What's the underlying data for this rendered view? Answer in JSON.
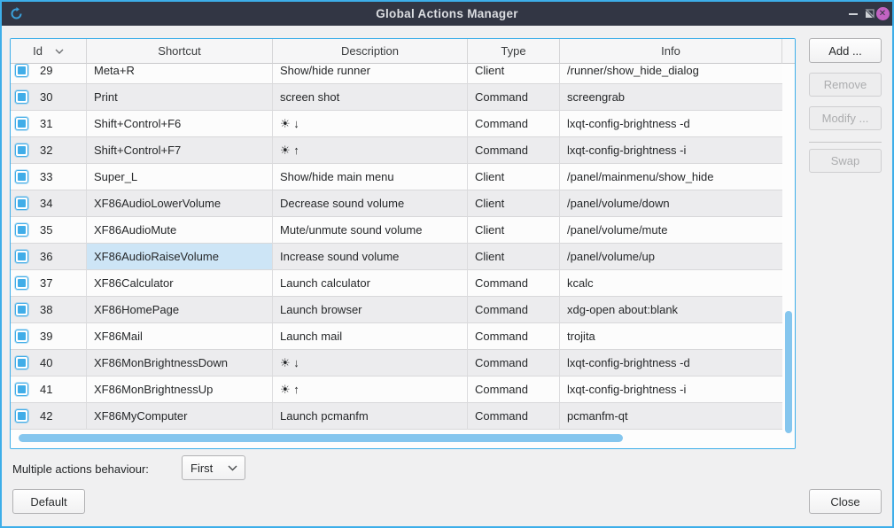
{
  "window": {
    "title": "Global Actions Manager"
  },
  "titlebar_icons": {
    "app": "circular-arrow-icon",
    "minimize": "minimize-icon",
    "restore": "restore-icon",
    "close": "close-icon",
    "close_glyph": "✕"
  },
  "table": {
    "columns": [
      "Id",
      "Shortcut",
      "Description",
      "Type",
      "Info"
    ],
    "sorted_column": "Id",
    "sort_indicator": "down",
    "rows": [
      {
        "id": "29",
        "shortcut": "Meta+R",
        "description": "Show/hide runner",
        "type": "Client",
        "info": "/runner/show_hide_dialog",
        "checked": true,
        "selected": false
      },
      {
        "id": "30",
        "shortcut": "Print",
        "description": "screen shot",
        "type": "Command",
        "info": "screengrab",
        "checked": true,
        "selected": false
      },
      {
        "id": "31",
        "shortcut": "Shift+Control+F6",
        "description": "☀ ↓",
        "type": "Command",
        "info": "lxqt-config-brightness -d",
        "checked": true,
        "selected": false
      },
      {
        "id": "32",
        "shortcut": "Shift+Control+F7",
        "description": "☀ ↑",
        "type": "Command",
        "info": "lxqt-config-brightness -i",
        "checked": true,
        "selected": false
      },
      {
        "id": "33",
        "shortcut": "Super_L",
        "description": "Show/hide main menu",
        "type": "Client",
        "info": "/panel/mainmenu/show_hide",
        "checked": true,
        "selected": false
      },
      {
        "id": "34",
        "shortcut": "XF86AudioLowerVolume",
        "description": "Decrease sound volume",
        "type": "Client",
        "info": "/panel/volume/down",
        "checked": true,
        "selected": false
      },
      {
        "id": "35",
        "shortcut": "XF86AudioMute",
        "description": "Mute/unmute sound volume",
        "type": "Client",
        "info": "/panel/volume/mute",
        "checked": true,
        "selected": false
      },
      {
        "id": "36",
        "shortcut": "XF86AudioRaiseVolume",
        "description": "Increase sound volume",
        "type": "Client",
        "info": "/panel/volume/up",
        "checked": true,
        "selected": true
      },
      {
        "id": "37",
        "shortcut": "XF86Calculator",
        "description": "Launch calculator",
        "type": "Command",
        "info": "kcalc",
        "checked": true,
        "selected": false
      },
      {
        "id": "38",
        "shortcut": "XF86HomePage",
        "description": "Launch browser",
        "type": "Command",
        "info": "xdg-open about:blank",
        "checked": true,
        "selected": false
      },
      {
        "id": "39",
        "shortcut": "XF86Mail",
        "description": "Launch mail",
        "type": "Command",
        "info": "trojita",
        "checked": true,
        "selected": false
      },
      {
        "id": "40",
        "shortcut": "XF86MonBrightnessDown",
        "description": "☀ ↓",
        "type": "Command",
        "info": "lxqt-config-brightness -d",
        "checked": true,
        "selected": false
      },
      {
        "id": "41",
        "shortcut": "XF86MonBrightnessUp",
        "description": "☀ ↑",
        "type": "Command",
        "info": "lxqt-config-brightness -i",
        "checked": true,
        "selected": false
      },
      {
        "id": "42",
        "shortcut": "XF86MyComputer",
        "description": "Launch pcmanfm",
        "type": "Command",
        "info": "pcmanfm-qt",
        "checked": true,
        "selected": false
      }
    ]
  },
  "side_panel": {
    "add_label": "Add ...",
    "remove_label": "Remove",
    "modify_label": "Modify ...",
    "swap_label": "Swap",
    "add_enabled": true,
    "remove_enabled": false,
    "modify_enabled": false,
    "swap_enabled": false
  },
  "footer": {
    "behaviour_label": "Multiple actions behaviour:",
    "behaviour_value": "First",
    "default_label": "Default",
    "close_label": "Close"
  },
  "colors": {
    "accent": "#3daee9",
    "window_border": "#3daee9",
    "titlebar_bg": "#323644",
    "titlebar_text": "#dcdee2",
    "close_button": "#c263c2",
    "dialog_bg": "#f0f0f1",
    "header_bg": "#f6f6f7",
    "alt_row_bg": "#ececee",
    "selected_cell_bg": "#cde5f6",
    "scrollbar_thumb": "#85c6ee",
    "checkbox_blue": "#41ade8"
  }
}
